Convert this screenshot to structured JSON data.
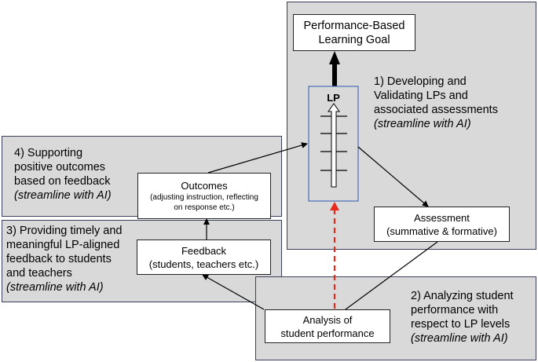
{
  "panel1": {
    "lines": [
      "1) Developing and",
      "Validating LPs and",
      "associated assessments"
    ],
    "italic": "(streamline with AI)"
  },
  "panel2": {
    "lines": [
      "2) Analyzing student",
      "performance with",
      "respect to LP levels"
    ],
    "italic": "(streamline with AI)"
  },
  "panel3": {
    "lines": [
      "3) Providing timely and",
      "meaningful LP-aligned",
      "feedback to students",
      "and teachers"
    ],
    "italic": "(streamline with AI)"
  },
  "panel4": {
    "lines": [
      "4) Supporting",
      "positive outcomes",
      "based on feedback"
    ],
    "italic": "(streamline with AI)"
  },
  "goal": {
    "lines": [
      "Performance-Based",
      "Learning Goal"
    ]
  },
  "lp": {
    "label": "LP"
  },
  "assessment": {
    "lines": [
      "Assessment",
      "(summative & formative)"
    ]
  },
  "analysis": {
    "lines": [
      "Analysis of",
      "student performance"
    ]
  },
  "feedback": {
    "lines": [
      "Feedback",
      "(students, teachers etc.)"
    ]
  },
  "outcomes": {
    "title": "Outcomes",
    "detail": [
      "(adjusting instruction, reflecting",
      "on  response etc.)"
    ]
  },
  "colors": {
    "panel": "#d9d9d9",
    "lp_border": "#4a6fb5",
    "dashed": "#e8291c"
  }
}
